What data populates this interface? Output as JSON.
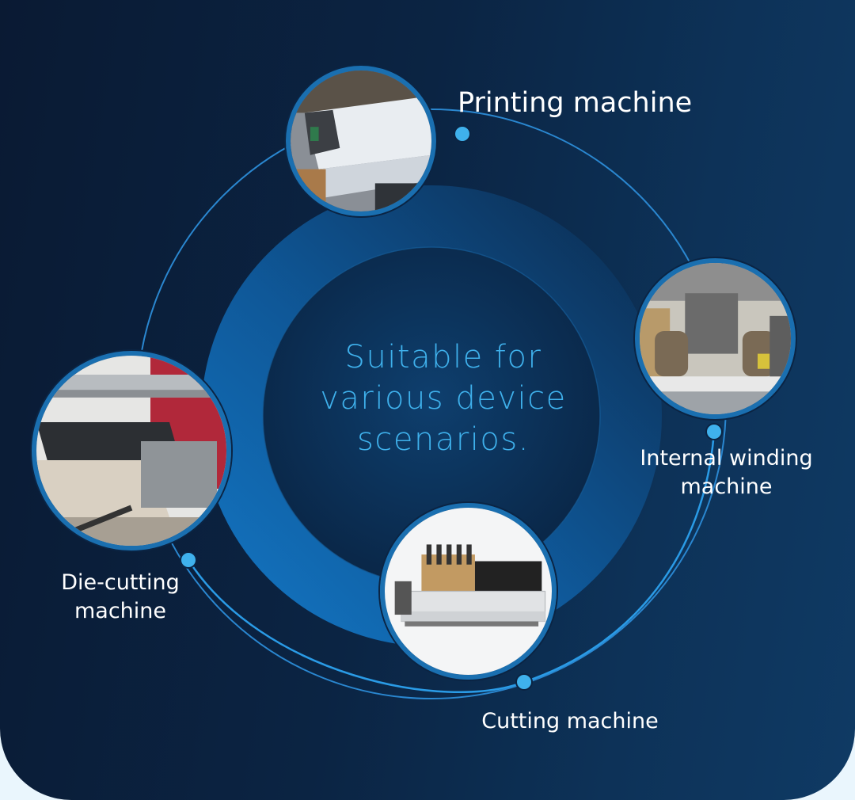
{
  "center": {
    "line1": "Suitable for",
    "line2": "various device",
    "line3": "scenarios."
  },
  "machines": {
    "printing": {
      "label": "Printing machine",
      "icon": "printing-machine-photo"
    },
    "winding": {
      "label_line1": "Internal winding",
      "label_line2": "machine",
      "icon": "winding-machine-photo"
    },
    "die_cutting": {
      "label_line1": "Die-cutting",
      "label_line2": "machine",
      "icon": "die-cutting-machine-photo"
    },
    "cutting": {
      "label": "Cutting machine",
      "icon": "cutting-machine-photo"
    }
  },
  "colors": {
    "accent": "#3fb1ec",
    "dot": "#3fb1ec",
    "background_dark": "#0a1a33",
    "background_light": "#0f3a64"
  }
}
